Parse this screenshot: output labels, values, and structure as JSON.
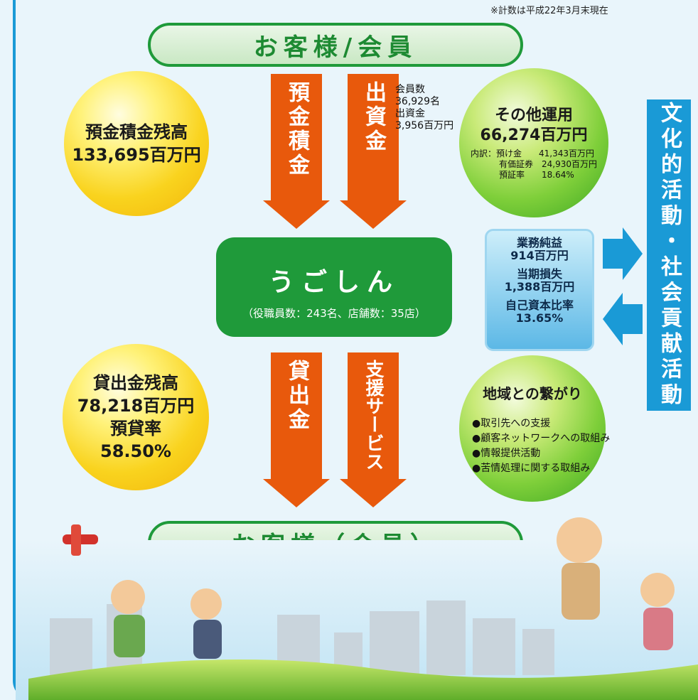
{
  "note": "※計数は平成22年3月末現在",
  "top_label": "お客様/会員",
  "bottom_label": "お客様（会員）",
  "arrows": {
    "deposits": "預金積金",
    "investment": "出資金",
    "loans": "貸出金",
    "support": "支援サービス"
  },
  "member_info": {
    "members_label": "会員数",
    "members_value": "36,929名",
    "capital_label": "出資金",
    "capital_value": "3,956百万円"
  },
  "deposit_balance": {
    "label": "預金積金残高",
    "value": "133,695百万円"
  },
  "other_investment": {
    "label": "その他運用",
    "value": "66,274百万円",
    "breakdown_prefix": "内訳：",
    "rows": [
      {
        "name": "預け金",
        "value": "41,343百万円"
      },
      {
        "name": "有価証券",
        "value": "24,930百万円"
      },
      {
        "name": "預証率",
        "value": "18.64%"
      }
    ]
  },
  "center": {
    "name": "うごしん",
    "sub": "（役職員数：243名、店舗数：35店）"
  },
  "stats": {
    "profit_label": "業務純益",
    "profit_value": "914百万円",
    "loss_label": "当期損失",
    "loss_value": "1,388百万円",
    "ratio_label": "自己資本比率",
    "ratio_value": "13.65%"
  },
  "side_label": "文化的活動・社会貢献活動",
  "loan_balance": {
    "label": "貸出金残高",
    "value": "78,218百万円",
    "ratio_label": "預貸率",
    "ratio_value": "58.50%"
  },
  "community": {
    "title": "地域との繋がり",
    "items": [
      "●取引先への支援",
      "●顧客ネットワークへの取組み",
      "●情報提供活動",
      "●苦情処理に関する取組み"
    ]
  },
  "colors": {
    "accent_green": "#1f9a3a",
    "arrow_orange": "#e8590c",
    "side_blue": "#1a9ad6"
  }
}
